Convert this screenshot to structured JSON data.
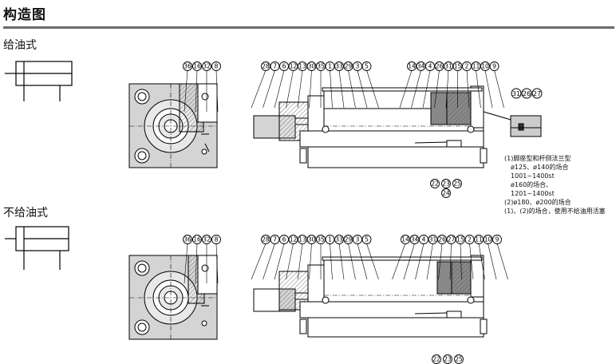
{
  "title": "构造图",
  "sections": [
    {
      "label": "给油式"
    },
    {
      "label": "不给油式"
    }
  ],
  "end_view_callouts": [
    "36",
    "16",
    "32",
    "8"
  ],
  "top_left_callouts": [
    "28",
    "7",
    "6",
    "12",
    "13",
    "30",
    "35",
    "1",
    "33",
    "29",
    "3",
    "5"
  ],
  "top_right_callouts": [
    "14",
    "34",
    "4",
    "26",
    "31",
    "15",
    "2",
    "11",
    "10",
    "9"
  ],
  "bottom_callouts_top": [
    "22",
    "23",
    "25"
  ],
  "bottom_callouts_top_extra": "24",
  "bot_left_callouts": [
    "28",
    "7",
    "6",
    "12",
    "13",
    "30",
    "35",
    "1",
    "33",
    "29",
    "3",
    "5"
  ],
  "bot_right_callouts": [
    "14",
    "34",
    "4",
    "31",
    "26",
    "27",
    "15",
    "2",
    "11",
    "10",
    "9"
  ],
  "bottom_callouts_bot": [
    "22",
    "23",
    "25"
  ],
  "detail_callouts": [
    "31",
    "26",
    "27"
  ],
  "notes": [
    "(1)脚座型和杆侧法兰型",
    "ø125、ø140的场合",
    "1001~1400st",
    "ø160的场合、",
    "1201~1400st",
    "(2)ø180、ø200的场合",
    "(1)、(2)的场合，使用不给油用活塞"
  ]
}
